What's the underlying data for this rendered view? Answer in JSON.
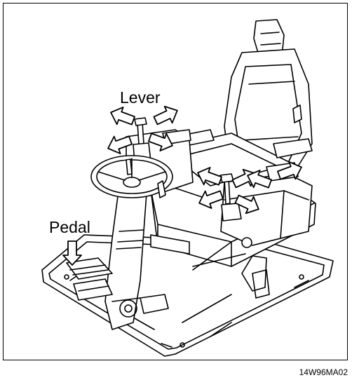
{
  "labels": {
    "lever": "Lever",
    "pedal": "Pedal"
  },
  "figure_code": "14W96MA02",
  "icons": [
    "arrow-icon"
  ],
  "colors": {
    "line": "#000000",
    "background": "#ffffff"
  }
}
